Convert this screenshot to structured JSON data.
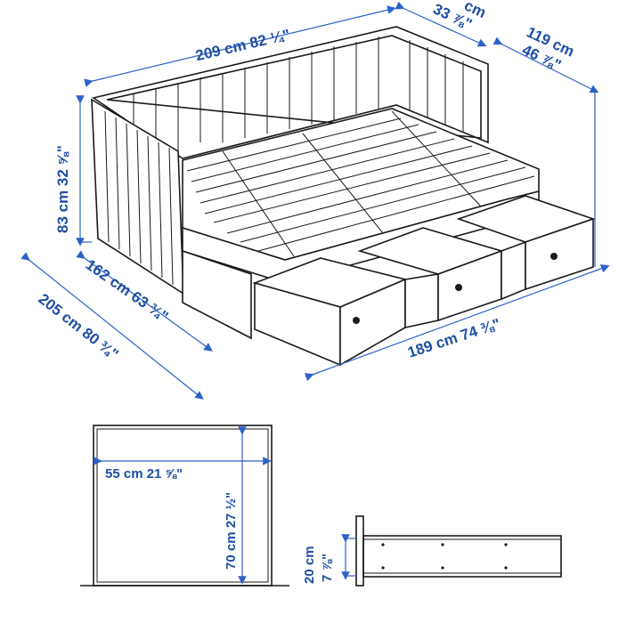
{
  "diagram": {
    "top_view": {
      "width_label": "209 cm 82 ¼\"",
      "depth_top_label": "cm",
      "depth_top_inch_label": "33 ⅞\"",
      "depth_right_label": "119 cm",
      "depth_right_inch_label": "46 ⅞\"",
      "height_label": "83 cm 32 ⅝\"",
      "extended_width_label": "162 cm 63 ¾\"",
      "full_depth_label": "205 cm 80 ¾\"",
      "front_length_label": "189 cm 74 ⅜\""
    },
    "drawer_front_view": {
      "inner_width_label": "55 cm 21 ⅝\"",
      "inner_height_label": "70 cm 27 ½\""
    },
    "side_view": {
      "height_label": "20 cm",
      "height_inch_label": "7 ⅞\""
    }
  },
  "colors": {
    "dimension": "#1f4fa3",
    "line": "#1a1a1a",
    "guide": "#2b62c8"
  }
}
